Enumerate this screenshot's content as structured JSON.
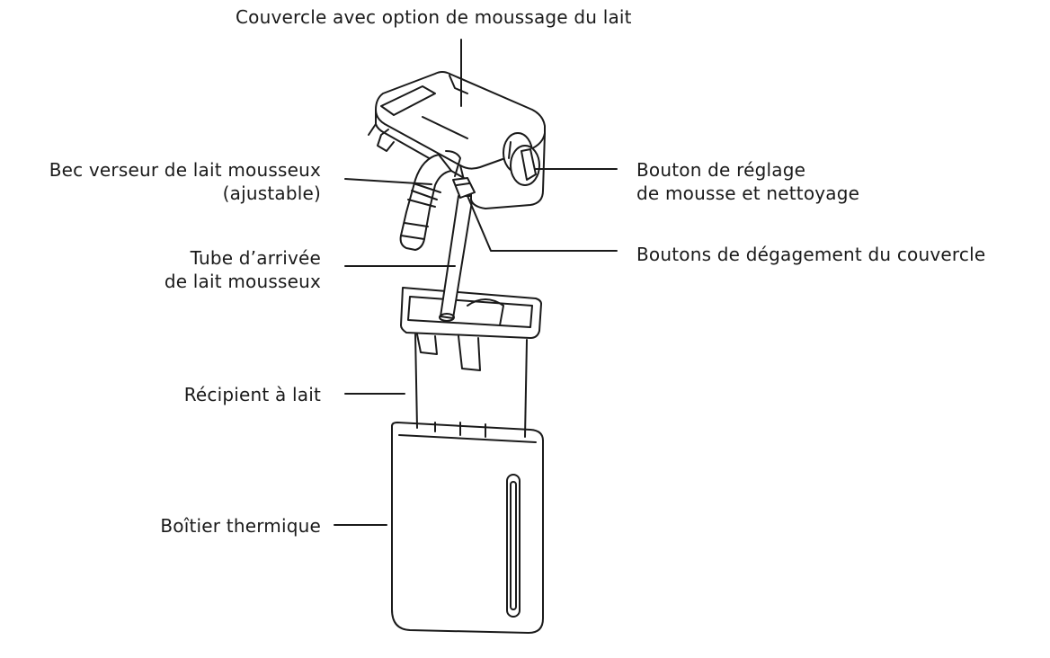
{
  "labels": {
    "lid": "Couvercle avec option de moussage du lait",
    "spout": {
      "line1": "Bec verseur de lait mousseux",
      "line2": "(ajustable)"
    },
    "knob": {
      "line1": "Bouton de réglage",
      "line2": "de mousse et nettoyage"
    },
    "release": "Boutons de dégagement du couvercle",
    "tube": {
      "line1": "Tube d’arrivée",
      "line2": "de lait mousseux"
    },
    "container": "Récipient à lait",
    "housing": "Boîtier thermique"
  },
  "colors": {
    "stroke": "#1a1a1a",
    "background": "#ffffff"
  }
}
